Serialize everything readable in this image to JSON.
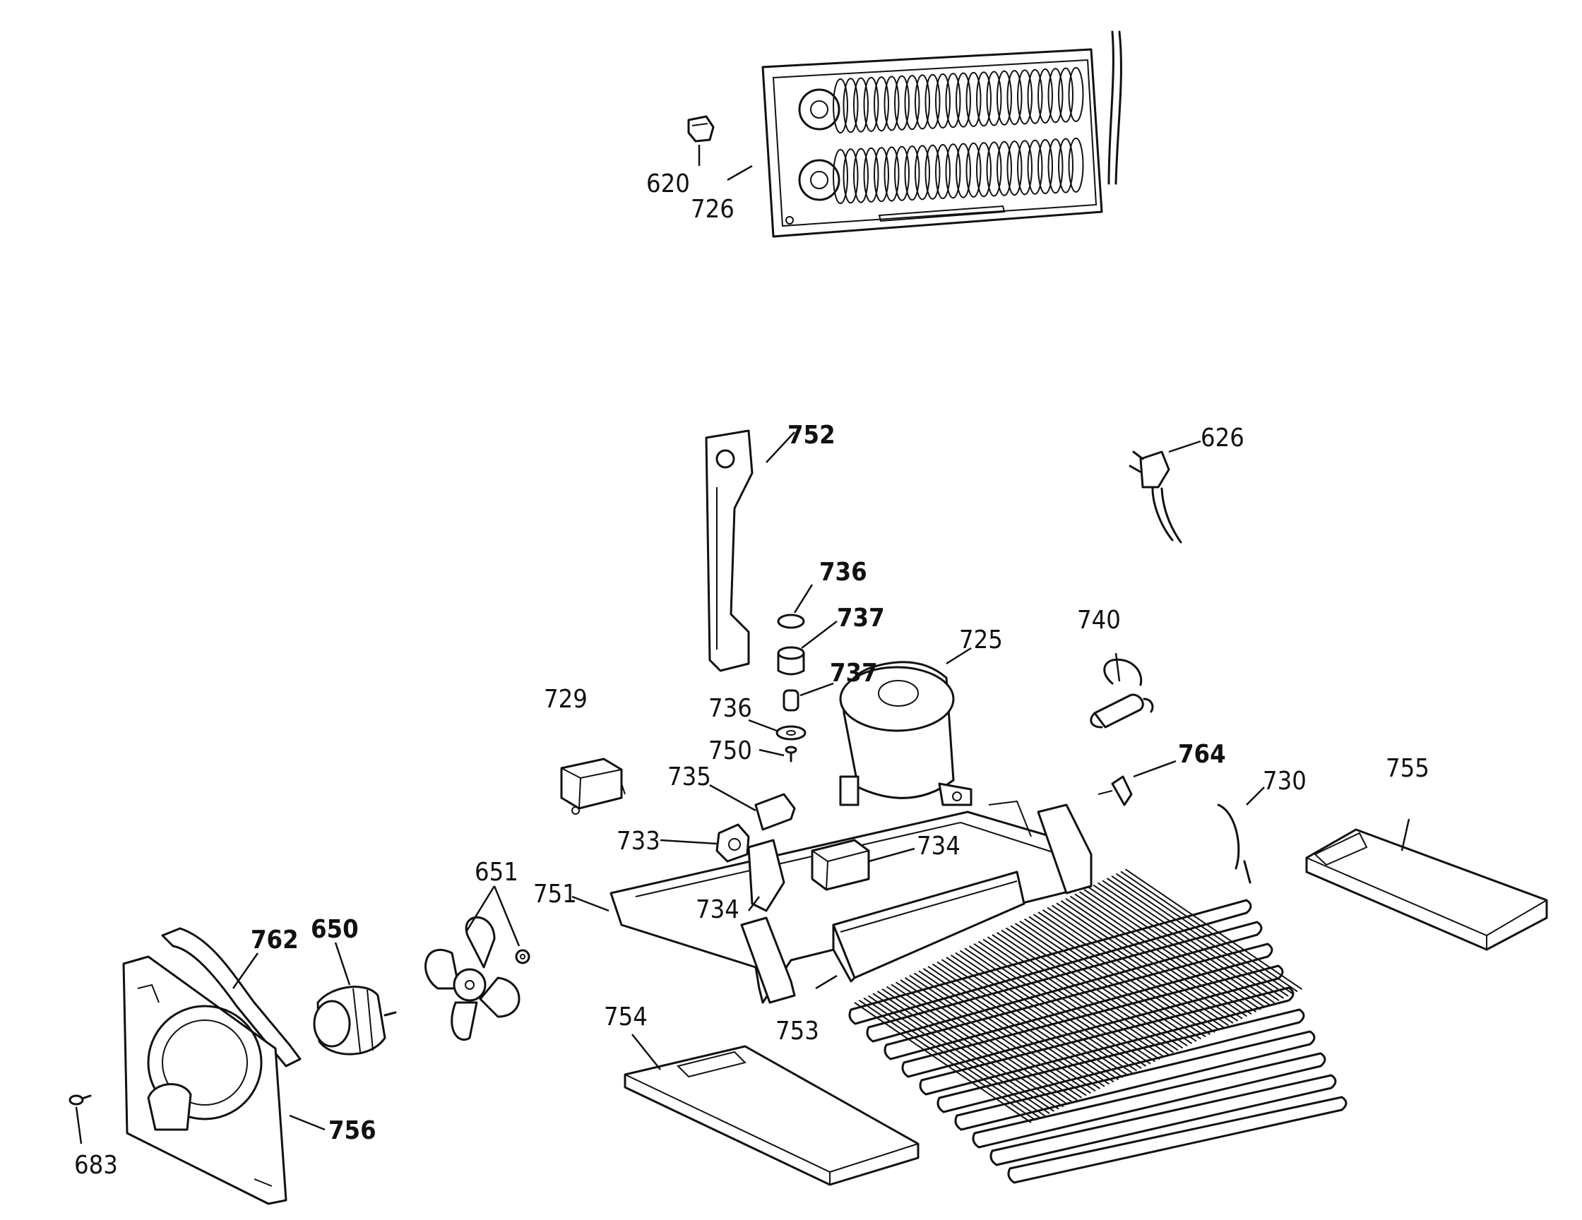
{
  "labels": {
    "p620": "620",
    "p726": "726",
    "p752": "752",
    "p626": "626",
    "p736a": "736",
    "p737a": "737",
    "p737b": "737",
    "p736b": "736",
    "p750": "750",
    "p725": "725",
    "p740": "740",
    "p729": "729",
    "p764": "764",
    "p735": "735",
    "p730": "730",
    "p755": "755",
    "p733": "733",
    "p734a": "734",
    "p734b": "734",
    "p651": "651",
    "p751": "751",
    "p762": "762",
    "p650": "650",
    "p753": "753",
    "p754": "754",
    "p756": "756",
    "p683": "683"
  }
}
